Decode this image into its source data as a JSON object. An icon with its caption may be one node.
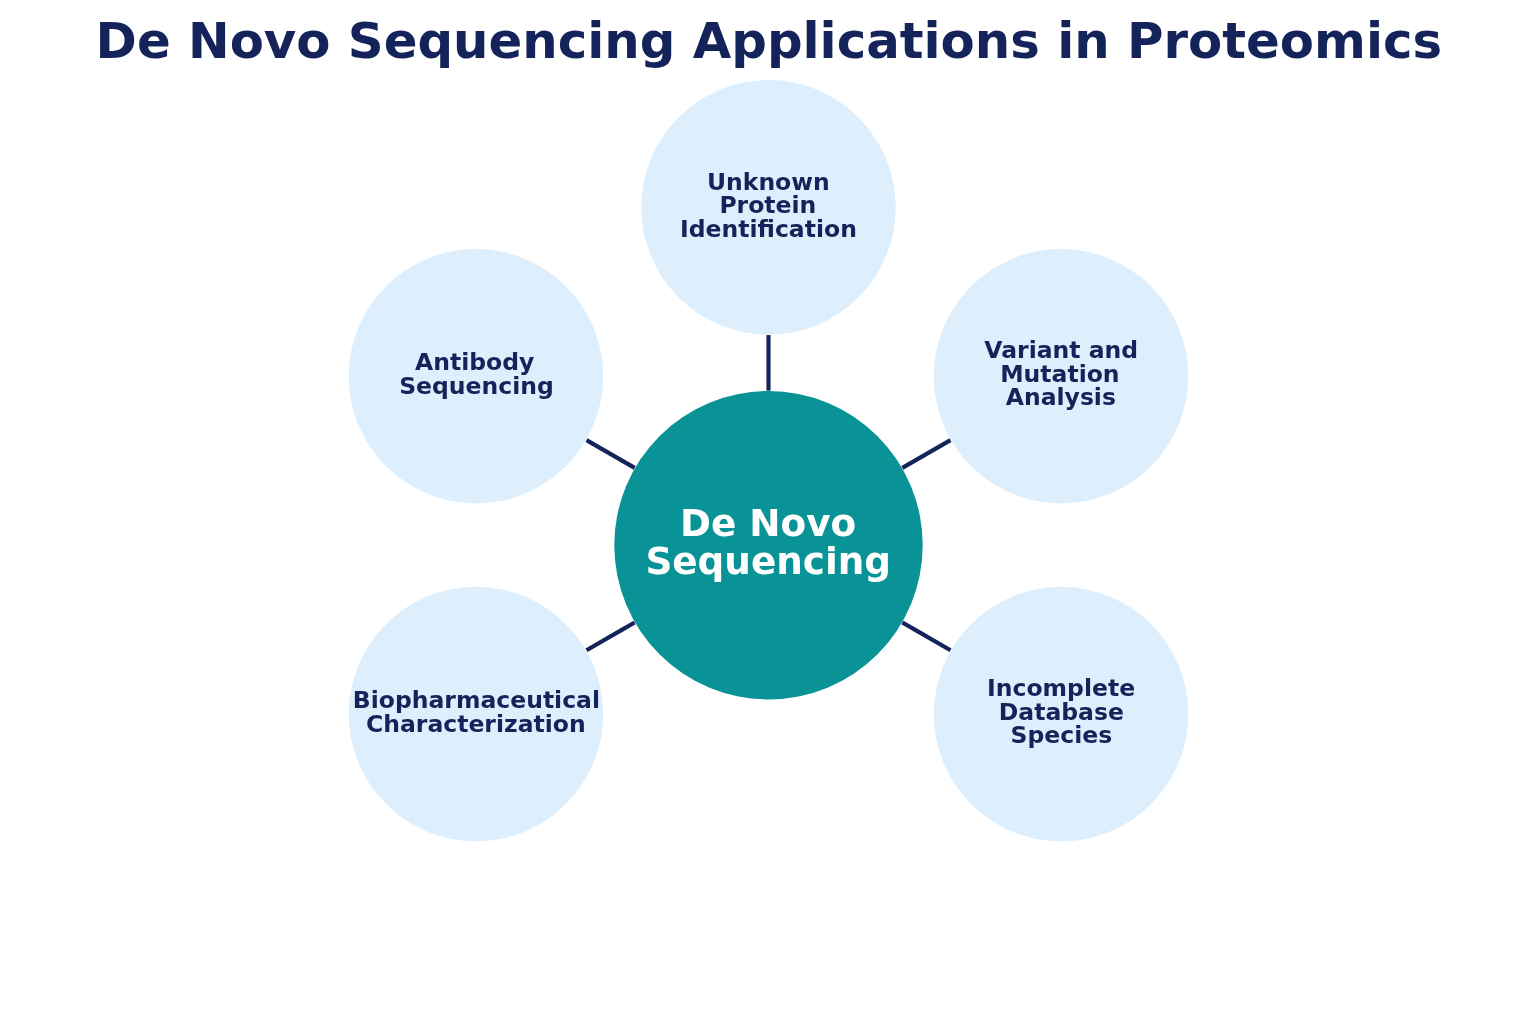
{
  "diagram": {
    "title": "De Novo Sequencing Applications in Proteomics",
    "nodes": [
      {
        "text": [
          "Unknown Protein Identification"
        ]
      },
      {
        "text": [
          "Antibody Sequencing"
        ]
      },
      {
        "text": [
          "Variant and Mutation Analysis"
        ]
      },
      {
        "text": [
          "De Novo Sequencing"
        ]
      },
      {
        "text": [
          "Biopharmaceutical Characterization"
        ]
      },
      {
        "text": [
          "Incomplete Database Species"
        ]
      }
    ],
    "edges": [
      {
        "from": 3,
        "to": 0,
        "arrow": "none"
      },
      {
        "from": 3,
        "to": 2,
        "arrow": "none"
      },
      {
        "from": 3,
        "to": 5,
        "arrow": "none"
      },
      {
        "from": 3,
        "to": 4,
        "arrow": "none"
      },
      {
        "from": 3,
        "to": 1,
        "arrow": "none"
      }
    ]
  }
}
